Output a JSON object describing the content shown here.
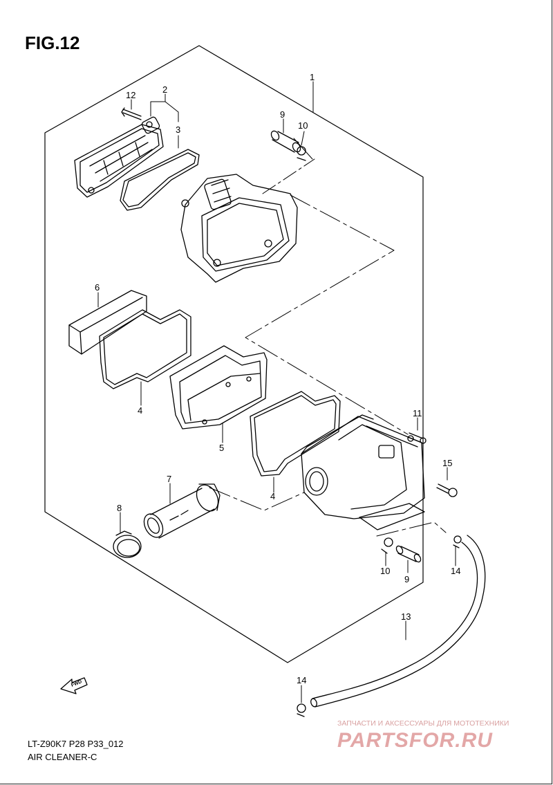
{
  "figure": {
    "title": "FIG.12"
  },
  "footer": {
    "model_code": "LT-Z90K7 P28 P33_012",
    "section_name": "AIR CLEANER-C"
  },
  "callouts": {
    "c1": "1",
    "c2": "2",
    "c3": "3",
    "c4a": "4",
    "c4b": "4",
    "c5": "5",
    "c6": "6",
    "c7": "7",
    "c8": "8",
    "c9a": "9",
    "c9b": "9",
    "c10a": "10",
    "c10b": "10",
    "c11": "11",
    "c12": "12",
    "c13": "13",
    "c14a": "14",
    "c14b": "14",
    "c15": "15"
  },
  "icons": {
    "fwd_arrow": "FWD"
  },
  "watermark": {
    "tagline": "ЗАПЧАСТИ И АКСЕССУАРЫ ДЛЯ МОТОТЕХНИКИ",
    "logo": "PARTSFOR.RU"
  }
}
